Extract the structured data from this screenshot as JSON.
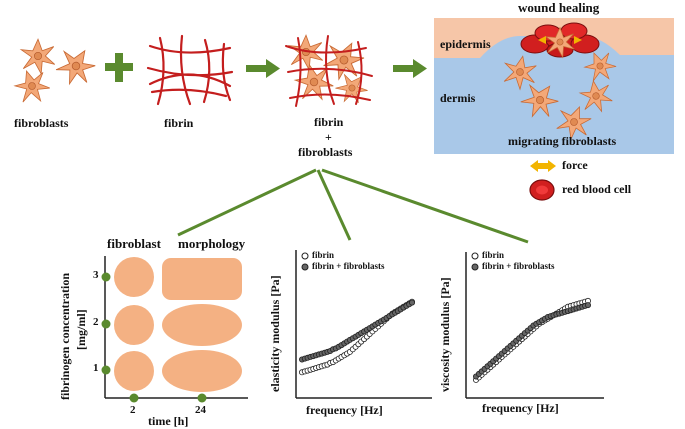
{
  "top": {
    "fibroblasts": "fibroblasts",
    "fibrin": "fibrin",
    "mix_line1": "fibrin",
    "mix_plus": "+",
    "mix_line2": "fibroblasts"
  },
  "wound": {
    "title": "wound healing",
    "epidermis": "epidermis",
    "dermis": "dermis",
    "migrating": "migrating fibroblasts",
    "legend_force": "force",
    "legend_rbc": "red blood cell"
  },
  "morphology": {
    "title_a": "fibroblast",
    "title_b": "morphology",
    "ylabel_a": "fibrinogen concentration",
    "ylabel_b": "[mg/ml]",
    "y_ticks": [
      "3",
      "2",
      "1"
    ],
    "x_ticks": [
      "2",
      "24"
    ],
    "xlabel": "time [h]"
  },
  "chart_data": [
    {
      "type": "scatter",
      "title": "",
      "xlabel": "frequency [Hz]",
      "ylabel": "elasticity modulus [Pa]",
      "log_x": true,
      "log_y": true,
      "series": [
        {
          "name": "fibrin",
          "marker": "open-circle",
          "x": [
            1,
            2,
            3,
            4,
            5,
            6,
            7,
            8,
            9,
            10,
            11,
            12,
            13,
            14,
            15,
            16,
            17,
            18,
            19,
            20,
            21,
            22,
            23,
            24,
            25,
            26,
            27,
            28,
            29,
            30,
            31,
            32,
            33,
            34,
            35,
            36,
            37,
            38,
            39,
            40
          ],
          "values": [
            0.15,
            0.16,
            0.17,
            0.18,
            0.19,
            0.2,
            0.21,
            0.22,
            0.23,
            0.24,
            0.26,
            0.27,
            0.29,
            0.31,
            0.33,
            0.35,
            0.37,
            0.39,
            0.42,
            0.45,
            0.48,
            0.51,
            0.54,
            0.57,
            0.6,
            0.63,
            0.66,
            0.69,
            0.72,
            0.75,
            0.78,
            0.81,
            0.84,
            0.86,
            0.88,
            0.9,
            0.92,
            0.94,
            0.96,
            0.98
          ]
        },
        {
          "name": "fibrin + fibroblasts",
          "marker": "filled-circle",
          "x": [
            1,
            2,
            3,
            4,
            5,
            6,
            7,
            8,
            9,
            10,
            11,
            12,
            13,
            14,
            15,
            16,
            17,
            18,
            19,
            20,
            21,
            22,
            23,
            24,
            25,
            26,
            27,
            28,
            29,
            30,
            31,
            32,
            33,
            34,
            35,
            36,
            37,
            38,
            39,
            40
          ],
          "values": [
            0.3,
            0.31,
            0.32,
            0.33,
            0.34,
            0.35,
            0.36,
            0.37,
            0.38,
            0.39,
            0.4,
            0.42,
            0.43,
            0.45,
            0.47,
            0.49,
            0.51,
            0.53,
            0.55,
            0.57,
            0.59,
            0.61,
            0.63,
            0.65,
            0.67,
            0.69,
            0.71,
            0.73,
            0.75,
            0.77,
            0.79,
            0.81,
            0.83,
            0.85,
            0.87,
            0.89,
            0.91,
            0.93,
            0.95,
            0.97
          ]
        }
      ],
      "legend": [
        "fibrin",
        "fibrin + fibroblasts"
      ],
      "legend_position": "top-left",
      "grid": false
    },
    {
      "type": "scatter",
      "title": "",
      "xlabel": "frequency [Hz]",
      "ylabel": "viscosity modulus [Pa]",
      "log_x": true,
      "log_y": true,
      "series": [
        {
          "name": "fibrin",
          "marker": "open-circle",
          "x": [
            1,
            2,
            3,
            4,
            5,
            6,
            7,
            8,
            9,
            10,
            11,
            12,
            13,
            14,
            15,
            16,
            17,
            18,
            19,
            20,
            21,
            22,
            23,
            24,
            25,
            26,
            27,
            28,
            29,
            30,
            31,
            32,
            33,
            34,
            35,
            36,
            37,
            38,
            39,
            40
          ],
          "values": [
            0.06,
            0.09,
            0.12,
            0.15,
            0.18,
            0.21,
            0.24,
            0.27,
            0.3,
            0.33,
            0.36,
            0.39,
            0.42,
            0.45,
            0.48,
            0.51,
            0.54,
            0.57,
            0.6,
            0.63,
            0.66,
            0.69,
            0.72,
            0.74,
            0.76,
            0.78,
            0.8,
            0.82,
            0.84,
            0.86,
            0.88,
            0.9,
            0.92,
            0.93,
            0.94,
            0.95,
            0.96,
            0.97,
            0.98,
            0.99
          ]
        },
        {
          "name": "fibrin + fibroblasts",
          "marker": "filled-circle",
          "x": [
            1,
            2,
            3,
            4,
            5,
            6,
            7,
            8,
            9,
            10,
            11,
            12,
            13,
            14,
            15,
            16,
            17,
            18,
            19,
            20,
            21,
            22,
            23,
            24,
            25,
            26,
            27,
            28,
            29,
            30,
            31,
            32,
            33,
            34,
            35,
            36,
            37,
            38,
            39,
            40
          ],
          "values": [
            0.1,
            0.13,
            0.16,
            0.19,
            0.22,
            0.25,
            0.28,
            0.31,
            0.34,
            0.37,
            0.4,
            0.43,
            0.46,
            0.49,
            0.52,
            0.55,
            0.58,
            0.61,
            0.64,
            0.67,
            0.7,
            0.72,
            0.74,
            0.76,
            0.78,
            0.8,
            0.81,
            0.82,
            0.83,
            0.84,
            0.85,
            0.86,
            0.87,
            0.88,
            0.89,
            0.9,
            0.91,
            0.92,
            0.93,
            0.94
          ]
        }
      ],
      "legend": [
        "fibrin",
        "fibrin + fibroblasts"
      ],
      "legend_position": "top-left",
      "grid": false
    }
  ],
  "colors": {
    "cell": "#F3A878",
    "cell_stroke": "#C96A34",
    "fibrin": "#C41E1E",
    "arrow": "#5A8A2E",
    "plus": "#5A8A2E",
    "dermis": "#A9C8E8",
    "epidermis": "#F6C6A8",
    "morph_shape": "#F4B183",
    "force": "#F2B400"
  }
}
